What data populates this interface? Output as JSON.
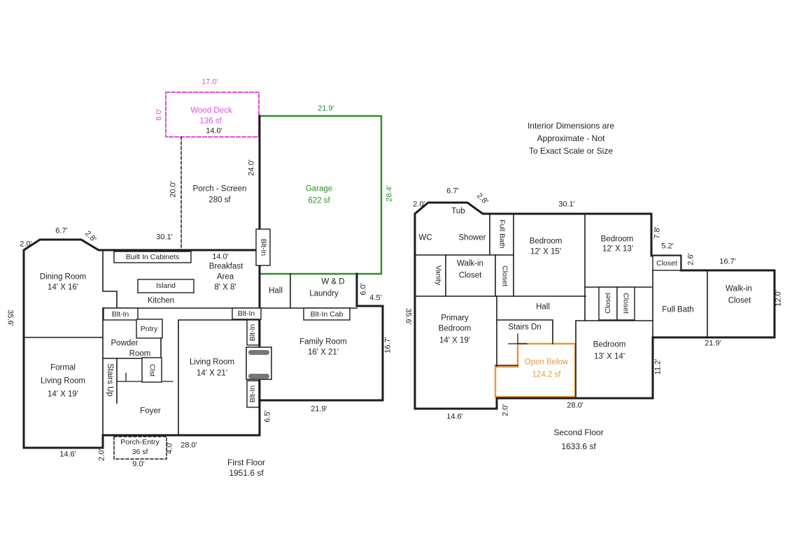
{
  "note": {
    "line1": "Interior Dimensions are",
    "line2": "Approximate - Not",
    "line3": "To Exact Scale or Size"
  },
  "colors": {
    "walls": "#1C1C1C",
    "garage_green": "#2E8F2E",
    "deck_magenta": "#E24FE2",
    "open_below_orange": "#E8993F"
  },
  "first_floor": {
    "title": "First Floor",
    "area": "1951.6 sf",
    "rooms": {
      "wood_deck": {
        "name": "Wood Deck",
        "area": "136 sf"
      },
      "porch_screen": {
        "name": "Porch - Screen",
        "area": "280 sf"
      },
      "garage": {
        "name": "Garage",
        "area": "622 sf"
      },
      "dining": {
        "name": "Dining Room",
        "size": "14'  X  16'"
      },
      "built_in_cabinets": "Built In Cabinets",
      "island": "Island",
      "kitchen": "Kitchen",
      "breakfast": {
        "name1": "Breakfast",
        "name2": "Area",
        "size": "8'  X  8'"
      },
      "hall": "Hall",
      "laundry": {
        "name1": "W & D",
        "name2": "Laundry"
      },
      "family": {
        "name": "Family Room",
        "size": "16'  X  21'"
      },
      "living": {
        "name": "Living Room",
        "size": "14'  X  21'"
      },
      "formal_living": {
        "name1": "Formal",
        "name2": "Living Room",
        "size": "14'  X  19'"
      },
      "foyer": "Foyer",
      "powder": {
        "name1": "Powder",
        "name2": "Room"
      },
      "pantry": "Pntry",
      "closet": "Clst",
      "stairs": "Stairs Up",
      "blt_in": "Blt-In",
      "blt_in_cab": "Blt-In Cab",
      "porch_entry": {
        "name": "Porch-Entry",
        "area": "36 sf"
      }
    },
    "dims": {
      "corner_left": "2.0'",
      "corner_top": "6.7'",
      "corner_angle": "2.8'",
      "kitchen_top": "30.1'",
      "deck_width": "17.0'",
      "deck_height": "8.0'",
      "porch_width": "14.0'",
      "porch_height": "20.0'",
      "garage_width": "21.9'",
      "garage_left": "24.0'",
      "garage_right": "28.4'",
      "breakfast_width": "14.0'",
      "laundry_side": "6.0'",
      "laundry_step": "4.5'",
      "family_side": "16.7'",
      "family_width": "21.9'",
      "family_step": "6.5'",
      "foyer_width": "28.0'",
      "entry_side": "4.0'",
      "entry_width": "9.0'",
      "entry_step": "2.0'",
      "formal_width": "14.6'",
      "west_side": "35.6'"
    }
  },
  "second_floor": {
    "title": "Second Floor",
    "area": "1633.6 sf",
    "rooms": {
      "tub": "Tub",
      "wc": "WC",
      "shower": "Shower",
      "full_bath_small": "Full Bath",
      "vanity": "Vanity",
      "walk_in_left": {
        "name1": "Walk-in",
        "name2": "Closet"
      },
      "closet": "Closet",
      "bedroom_12x15": {
        "name": "Bedroom",
        "size": "12'  X  15'"
      },
      "bedroom_12x13": {
        "name": "Bedroom",
        "size": "12'  X  13'"
      },
      "walk_in_right": {
        "name1": "Walk-in",
        "name2": "Closet"
      },
      "full_bath": "Full Bath",
      "hall": "Hall",
      "stairs": "Stairs Dn",
      "bedroom_13x14": {
        "name": "Bedroom",
        "size": "13'  X  14'"
      },
      "primary_bedroom": {
        "name1": "Primary",
        "name2": "Bedroom",
        "size": "14'  X  19'"
      },
      "open_below": {
        "name": "Open Below",
        "area": "124.2 sf"
      }
    },
    "dims": {
      "corner_left": "2.0'",
      "corner_top": "6.7'",
      "corner_angle": "2.8'",
      "top": "30.1'",
      "right_step1": "7.8'",
      "right_step2": "5.2'",
      "right_step3": "2.6'",
      "closet_top": "16.7'",
      "closet_right": "12.0'",
      "bath_bottom": "21.9'",
      "bedroom_side": "11.2'",
      "bottom": "28.0'",
      "step": "2.0'",
      "primary_bottom": "14.6'",
      "west_side": "35.6'"
    }
  }
}
